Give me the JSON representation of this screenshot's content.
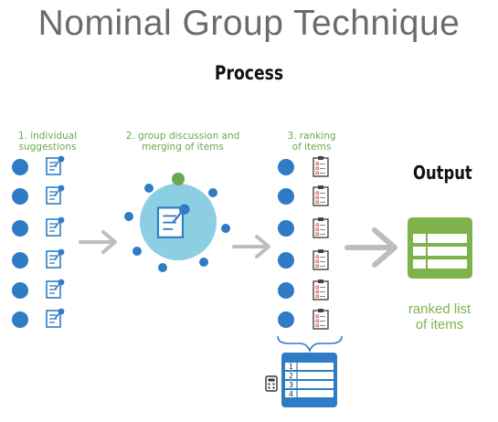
{
  "title": "Nominal Group Technique",
  "process_heading": "Process",
  "steps": [
    {
      "line1": "1. individual",
      "line2": "suggestions"
    },
    {
      "line1": "2. group discussion and",
      "line2": "merging of items"
    },
    {
      "line1": "3. ranking",
      "line2": "of items"
    }
  ],
  "output_heading": "Output",
  "result_label": {
    "line1": "ranked list",
    "line2": "of items"
  },
  "ranking_table_numbers": [
    "1",
    "2",
    "3",
    "4"
  ],
  "colors": {
    "person": "#2f7cc4",
    "circle": "#8ccfe3",
    "facilitator": "#6aa84f",
    "arrow": "#bdbdbd",
    "output_list": "#7fb24a",
    "label_green": "#6aa84f"
  }
}
